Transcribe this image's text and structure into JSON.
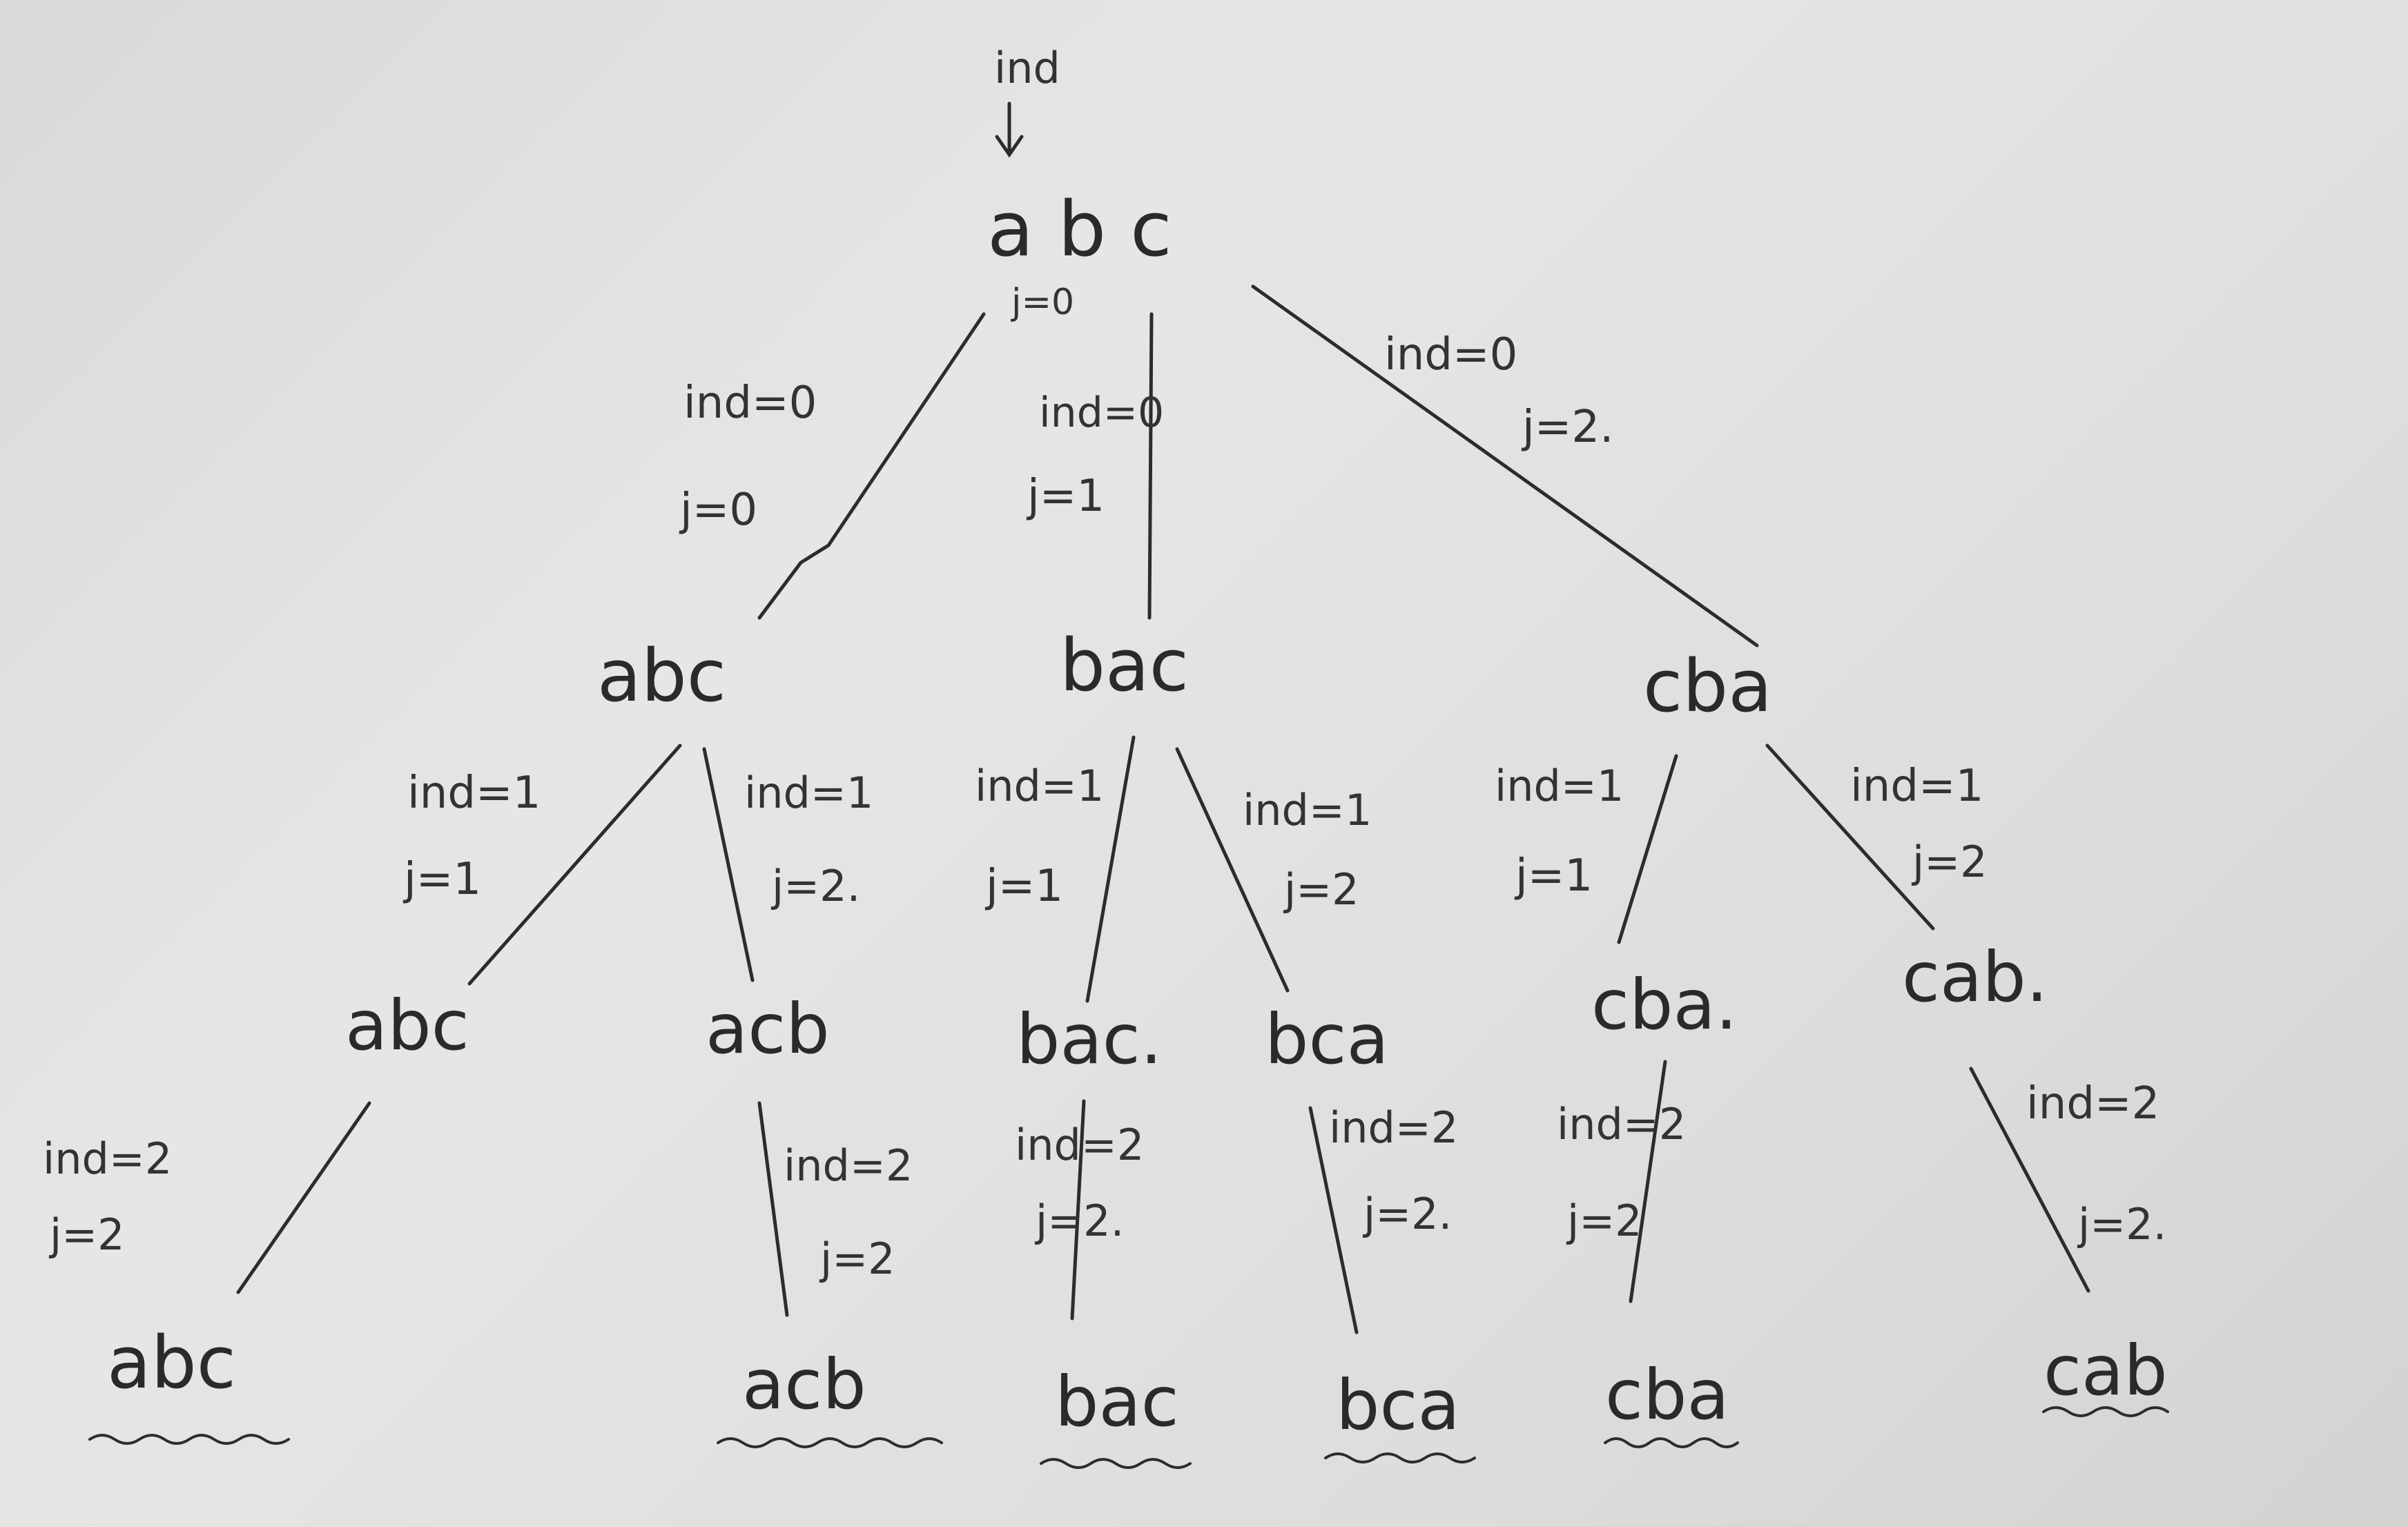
{
  "root": {
    "pointer_label": "ind",
    "text": "a b c"
  },
  "edges_l1": [
    {
      "ind": "ind=0",
      "j": "j=0"
    },
    {
      "ind": "ind=0",
      "j": "j=1"
    },
    {
      "ind": "ind=0",
      "j": "j=2."
    }
  ],
  "level1": [
    "abc",
    "bac",
    "cba"
  ],
  "edges_l2": [
    {
      "ind": "ind=1",
      "j": "j=1"
    },
    {
      "ind": "ind=1",
      "j": "j=2."
    },
    {
      "ind": "ind=1",
      "j": "j=1"
    },
    {
      "ind": "ind=1",
      "j": "j=2"
    },
    {
      "ind": "ind=1",
      "j": "j=1"
    },
    {
      "ind": "ind=1",
      "j": "j=2"
    }
  ],
  "level2": [
    "abc",
    "acb",
    "bac.",
    "bca",
    "cba.",
    "cab."
  ],
  "edges_l3": [
    {
      "ind": "ind=2",
      "j": "j=2"
    },
    {
      "ind": "ind=2",
      "j": "j=2"
    },
    {
      "ind": "ind=2",
      "j": "j=2."
    },
    {
      "ind": "ind=2",
      "j": "j=2."
    },
    {
      "ind": "ind=2",
      "j": "j=2"
    },
    {
      "ind": "ind=2",
      "j": "j=2."
    }
  ],
  "leaves": [
    "abc",
    "acb",
    "bac",
    "bca",
    "cba",
    "cab"
  ]
}
